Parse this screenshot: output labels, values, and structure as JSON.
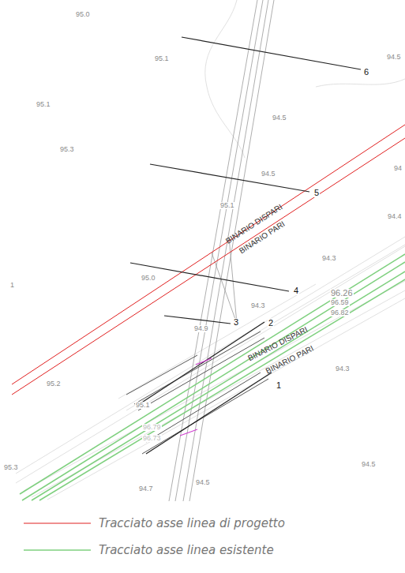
{
  "diagram": {
    "labels": [
      "95.0",
      "95.1",
      "6",
      "94.5",
      "95.1",
      "95.3",
      "94.5",
      "94.5",
      "5",
      "94",
      "95.1",
      "BINARIO DISPARI",
      "BINARIO PARI",
      "94.4",
      "94.3",
      "1",
      "95.0",
      "4",
      "96.26",
      "94.3",
      "96.59",
      "96.82",
      "3",
      "94.9",
      "2",
      "BINARIO DISPARI",
      "BINARIO PARI",
      "94.3",
      "1",
      "95.2",
      "95.1",
      "96.79",
      "96.73",
      "95.3",
      "94.5",
      "94.7",
      "94.5"
    ],
    "legend": [
      {
        "text": "Tracciato asse linea di progetto"
      },
      {
        "text": "Tracciato asse linea esistente"
      }
    ]
  }
}
